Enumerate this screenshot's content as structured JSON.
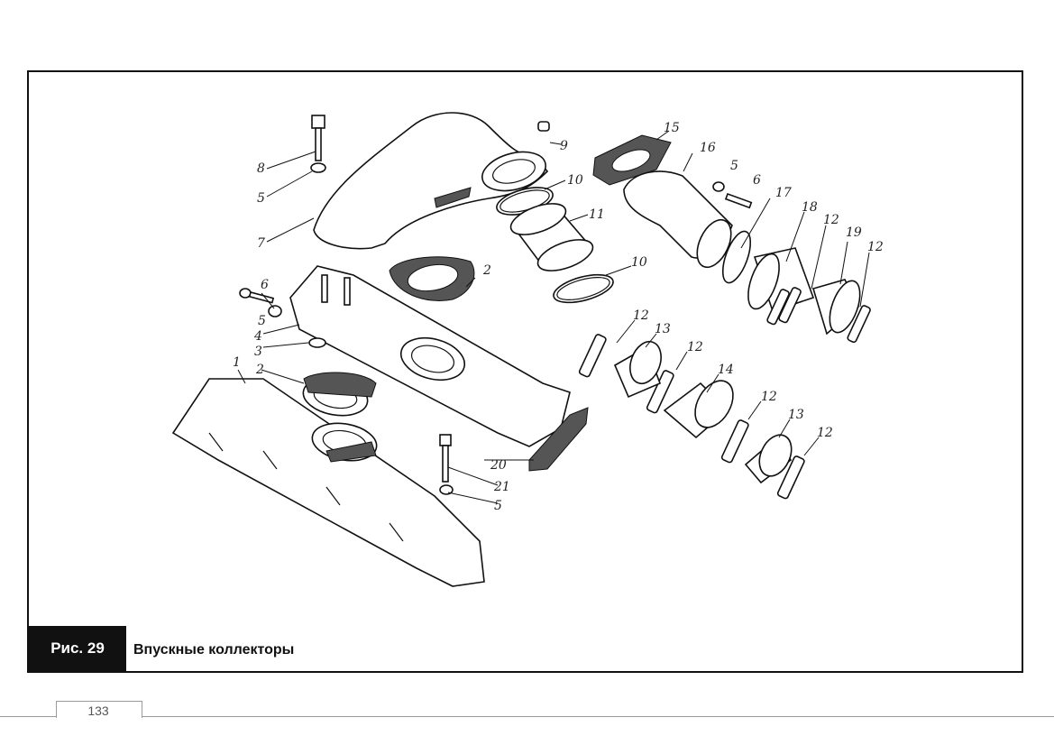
{
  "figure": {
    "number": "Рис. 29",
    "caption": "Впускные коллекторы"
  },
  "page_number": "133",
  "callouts": {
    "c1": "1",
    "c2a": "2",
    "c2b": "2",
    "c3": "3",
    "c4": "4",
    "c5a": "5",
    "c5b": "5",
    "c5c": "5",
    "c5d": "5",
    "c6a": "6",
    "c6b": "6",
    "c7": "7",
    "c8": "8",
    "c9": "9",
    "c10a": "10",
    "c10b": "10",
    "c11": "11",
    "c12a": "12",
    "c12b": "12",
    "c12c": "12",
    "c12d": "12",
    "c12e": "12",
    "c12f": "12",
    "c13a": "13",
    "c13b": "13",
    "c14": "14",
    "c15": "15",
    "c16": "16",
    "c17": "17",
    "c18": "18",
    "c19": "19",
    "c20": "20",
    "c21": "21"
  }
}
